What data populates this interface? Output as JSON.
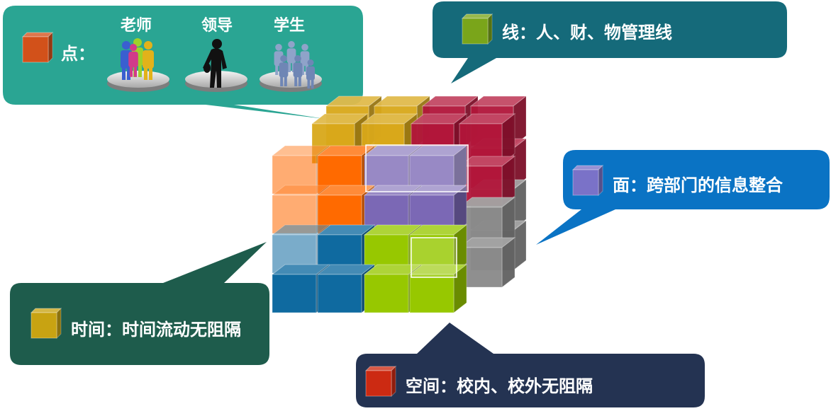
{
  "point_box": {
    "label": "点：",
    "people": [
      {
        "label": "老师",
        "icon": "teachers-icon"
      },
      {
        "label": "领导",
        "icon": "leader-silhouette-icon"
      },
      {
        "label": "学生",
        "icon": "students-icon"
      }
    ],
    "color": "#2aa593",
    "swatch_color": "#d2511a"
  },
  "line_box": {
    "label": "线：人、财、物管理线",
    "color": "#156a7a",
    "swatch_color": "#7aa51a"
  },
  "plane_box": {
    "label": "面：跨部门的信息整合",
    "color": "#0a73c4",
    "swatch_color": "#7a72c8"
  },
  "time_box": {
    "label": "时间：时间流动无阻隔",
    "color": "#1e5c4c",
    "swatch_color": "#c8a312"
  },
  "space_box": {
    "label": "空间：校内、校外无阻隔",
    "color": "#243352",
    "swatch_color": "#cc2a12"
  },
  "cube_colors": {
    "orange": "#ff6a00",
    "purple": "#7b68b5",
    "blue": "#0f6aa0",
    "green": "#97c800",
    "red": "#b2163a",
    "gold": "#d9a81a",
    "gray": "#8a8a8a"
  }
}
